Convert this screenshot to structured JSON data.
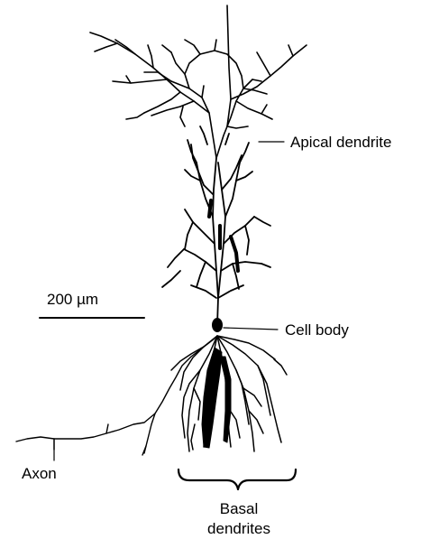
{
  "figure": {
    "subject": "pyramidal neuron drawing",
    "ink_color": "#000000",
    "background_color": "#ffffff"
  },
  "labels": {
    "apical_dendrite": "Apical dendrite",
    "cell_body": "Cell body",
    "axon": "Axon",
    "basal_line1": "Basal",
    "basal_line2": "dendrites",
    "scale_bar": "200 µm"
  }
}
